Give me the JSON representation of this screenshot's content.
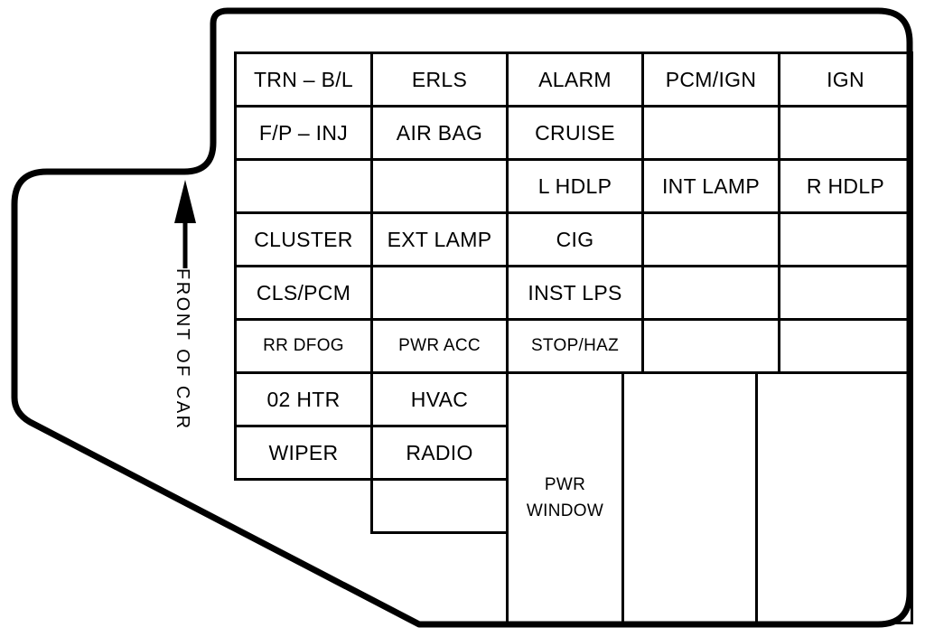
{
  "front_of_car": {
    "label": "FRONT OF CAR"
  },
  "grid": {
    "rows": [
      [
        "TRN – B/L",
        "ERLS",
        "ALARM",
        "PCM/IGN",
        "IGN"
      ],
      [
        "F/P – INJ",
        "AIR BAG",
        "CRUISE",
        "",
        ""
      ],
      [
        "",
        "",
        "L HDLP",
        "INT LAMP",
        "R HDLP"
      ],
      [
        "CLUSTER",
        "EXT LAMP",
        "CIG",
        "",
        ""
      ],
      [
        "CLS/PCM",
        "",
        "INST LPS",
        "",
        ""
      ],
      [
        "RR DFOG",
        "PWR ACC",
        "STOP/HAZ",
        "",
        ""
      ],
      [
        "02 HTR",
        "HVAC"
      ],
      [
        "WIPER",
        "RADIO"
      ],
      [
        ""
      ]
    ],
    "bottom_cells": [
      "PWR WINDOW",
      "",
      ""
    ]
  },
  "colors": {
    "line": "#000000",
    "background": "#ffffff"
  }
}
